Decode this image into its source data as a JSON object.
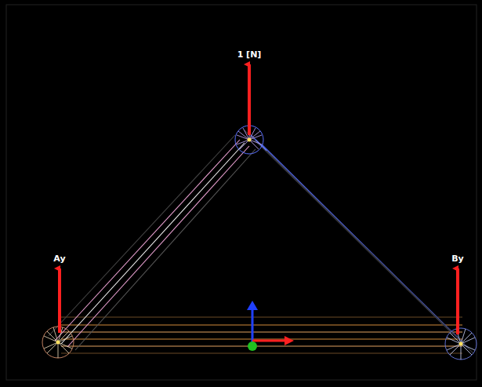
{
  "diagram": {
    "labels": [
      "1 [N]",
      "Ay",
      "By"
    ]
  }
}
